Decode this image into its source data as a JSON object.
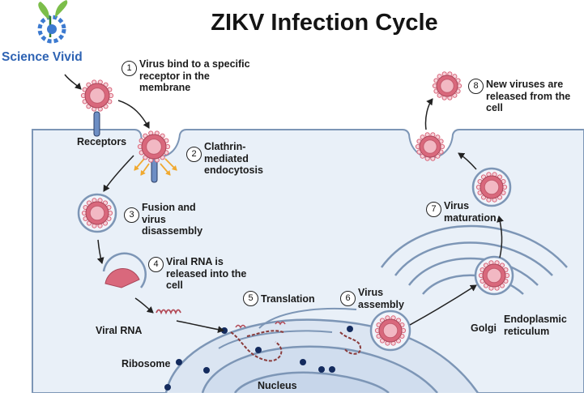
{
  "title": "ZIKV Infection Cycle",
  "brand": {
    "name": "Science Vivid",
    "logo_icon": "leaf-gear-logo-icon"
  },
  "colors": {
    "cell_fill": "#e9f0f8",
    "membrane": "#7d96b6",
    "virus": "#d9687c",
    "receptor": "#6d8ec4",
    "ribosome": "#142b5e",
    "clathrin": "#f0a930"
  },
  "steps": [
    {
      "num": "1",
      "text": "Virus bind to a specific\nreceptor in the\nmembrane"
    },
    {
      "num": "2",
      "text": "Clathrin-\nmediated\nendocytosis"
    },
    {
      "num": "3",
      "text": "Fusion and\nvirus\ndisassembly"
    },
    {
      "num": "4",
      "text": "Viral RNA is\nreleased into the\ncell"
    },
    {
      "num": "5",
      "text": "Translation"
    },
    {
      "num": "6",
      "text": "Virus\nassembly"
    },
    {
      "num": "7",
      "text": "Virus\nmaturation"
    },
    {
      "num": "8",
      "text": "New viruses are\nreleased from the\ncell"
    }
  ],
  "labels": {
    "receptors": "Receptors",
    "viral_rna": "Viral RNA",
    "ribosome": "Ribosome",
    "nucleus": "Nucleus",
    "golgi": "Golgi",
    "er": "Endoplasmic\nreticulum"
  }
}
